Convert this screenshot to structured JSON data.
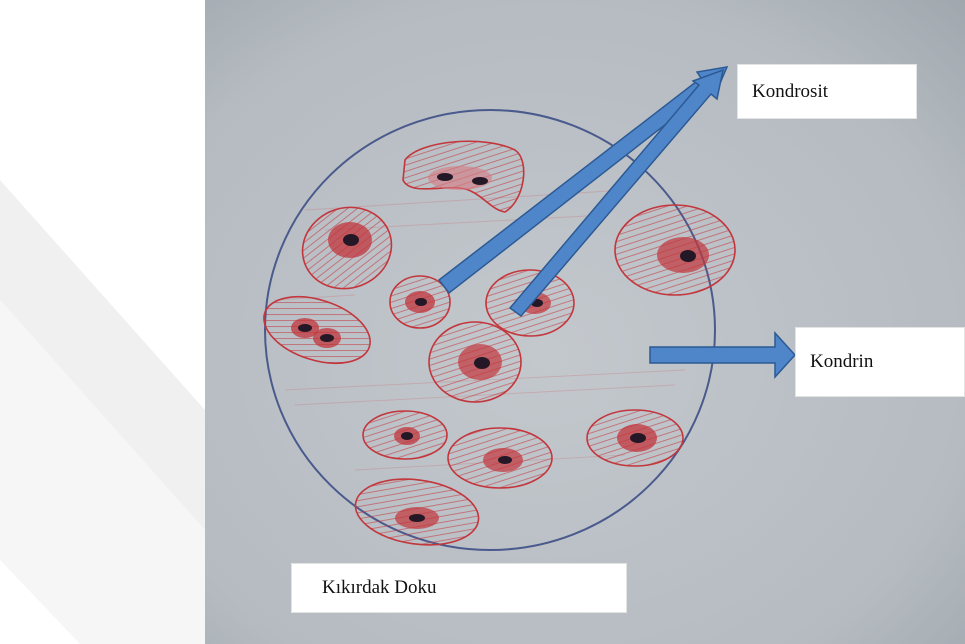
{
  "figure": {
    "labels": {
      "chondrocyte": "Kondrosit",
      "matrix": "Kondrin",
      "title": "Kıkırdak Doku"
    },
    "colors": {
      "paper": "#b8bec4",
      "circle_outline": "#4a5a8c",
      "cell_ink": "#c2363c",
      "nucleus": "#241826",
      "arrow_fill": "#4f86c9",
      "arrow_stroke": "#2c5a94",
      "watermark": "#eeeeee"
    }
  }
}
